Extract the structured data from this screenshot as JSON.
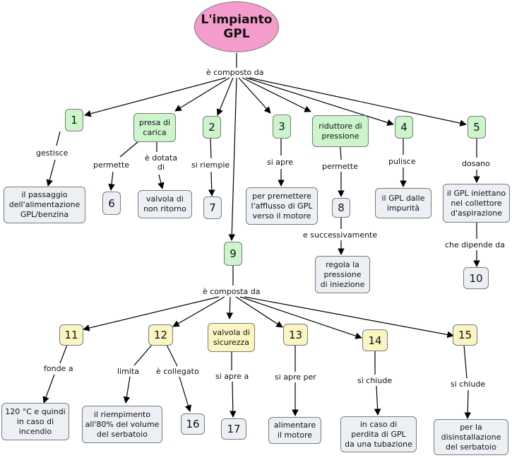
{
  "root": {
    "title": "L'impianto\nGPL"
  },
  "links": {
    "composto": "è composto da",
    "composta": "è composta da",
    "gestisce": "gestisce",
    "permette1": "permette",
    "dotata": "è dotata\ndi",
    "riempie": "si riempie",
    "apre": "si apre",
    "permette2": "permette",
    "succ": "e successivamente",
    "pulisce": "pulisce",
    "dosano": "dosano",
    "dipende": "che dipende da",
    "fonde": "fonde a",
    "limita": "limita",
    "collegato": "è collegato",
    "apre_a": "si apre a",
    "apre_per": "si apre per",
    "chiude1": "si chiude",
    "chiude2": "si chiude"
  },
  "nodes": {
    "n1": "1",
    "presa": "presa di\ncarica",
    "n2": "2",
    "n3": "3",
    "riduttore": "riduttore di\npressione",
    "n4": "4",
    "n5": "5",
    "n9": "9",
    "passaggio": "il passaggio\ndell'alimentazione\nGPL/benzina",
    "n6": "6",
    "valvola_nr": "valvola di\nnon ritorno",
    "n7": "7",
    "premettere": "per premettere\nl'afflusso di GPL\nverso il motore",
    "n8": "8",
    "impurita": "il GPL dalle\nimpurità",
    "iniettano": "il GPL iniettano\nnel collettore\nd'aspirazione",
    "regola": "regola la\npressione\ndi iniezione",
    "n10": "10",
    "n11": "11",
    "n12": "12",
    "sicurezza": "valvola di\nsicurezza",
    "n13": "13",
    "n14": "14",
    "n15": "15",
    "incendio": "120 °C e quindi\nin caso di\nincendio",
    "riempimento": "il riempimento\nall'80% del volume\ndel serbatoio",
    "n16": "16",
    "n17": "17",
    "alimentare": "alimentare\nil motore",
    "perdita": "in caso di\nperdita di GPL\nda una tubazione",
    "disinstallazione": "per la\ndisinstallazione\ndel serbatoio"
  },
  "colors": {
    "root": "#f49ccb",
    "green": "#ccf5cc",
    "yellow": "#fbf5c2",
    "leaf": "#ecf0f5",
    "line": "#000000"
  }
}
